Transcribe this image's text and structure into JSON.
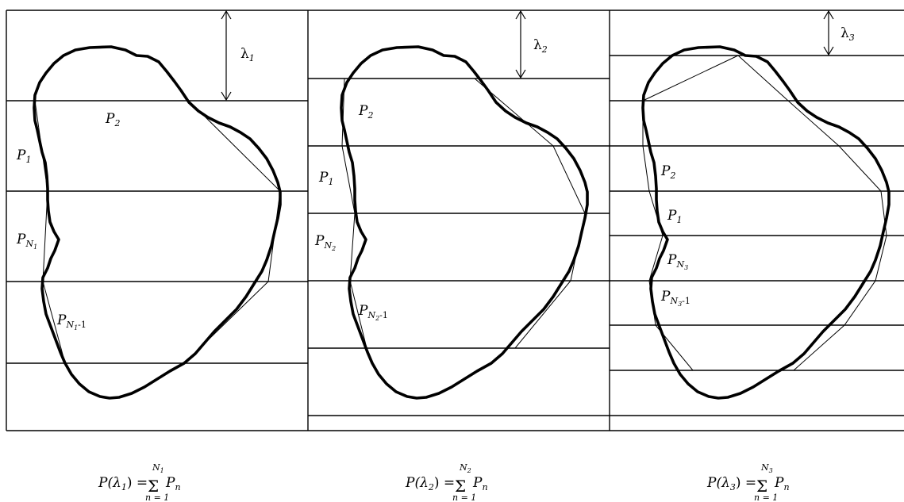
{
  "panels": [
    {
      "lambda": {
        "sym": "λ",
        "sub": "1"
      },
      "labels": [
        {
          "base": "P",
          "sub": "2",
          "subsub": "",
          "suffix": ""
        },
        {
          "base": "P",
          "sub": "1",
          "subsub": "",
          "suffix": ""
        },
        {
          "base": "P",
          "sub": "N",
          "subsub": "1",
          "suffix": ""
        },
        {
          "base": "P",
          "sub": "N",
          "subsub": "1",
          "suffix": "-1"
        }
      ],
      "formula": {
        "lhs_open": "P(",
        "lambda": "λ",
        "lambda_sub": "1",
        "lhs_close": ") =",
        "sigma": "Σ",
        "upper": "N",
        "upper_sub": "1",
        "lower": "n = 1",
        "term": "P",
        "term_sub": "n"
      }
    },
    {
      "lambda": {
        "sym": "λ",
        "sub": "2"
      },
      "labels": [
        {
          "base": "P",
          "sub": "2",
          "subsub": "",
          "suffix": ""
        },
        {
          "base": "P",
          "sub": "1",
          "subsub": "",
          "suffix": ""
        },
        {
          "base": "P",
          "sub": "N",
          "subsub": "2",
          "suffix": ""
        },
        {
          "base": "P",
          "sub": "N",
          "subsub": "2",
          "suffix": "-1"
        }
      ],
      "formula": {
        "lhs_open": "P(",
        "lambda": "λ",
        "lambda_sub": "2",
        "lhs_close": ") =",
        "sigma": "Σ",
        "upper": "N",
        "upper_sub": "2",
        "lower": "n = 1",
        "term": "P",
        "term_sub": "n"
      }
    },
    {
      "lambda": {
        "sym": "λ",
        "sub": "3"
      },
      "labels": [
        {
          "base": "P",
          "sub": "2",
          "subsub": "",
          "suffix": ""
        },
        {
          "base": "P",
          "sub": "1",
          "subsub": "",
          "suffix": ""
        },
        {
          "base": "P",
          "sub": "N",
          "subsub": "3",
          "suffix": ""
        },
        {
          "base": "P",
          "sub": "N",
          "subsub": "3",
          "suffix": "-1"
        }
      ],
      "formula": {
        "lhs_open": "P(",
        "lambda": "λ",
        "lambda_sub": "3",
        "lhs_close": ") =",
        "sigma": "Σ",
        "upper": "N",
        "upper_sub": "3",
        "lower": "n = 1",
        "term": "P",
        "term_sub": "n"
      }
    }
  ]
}
